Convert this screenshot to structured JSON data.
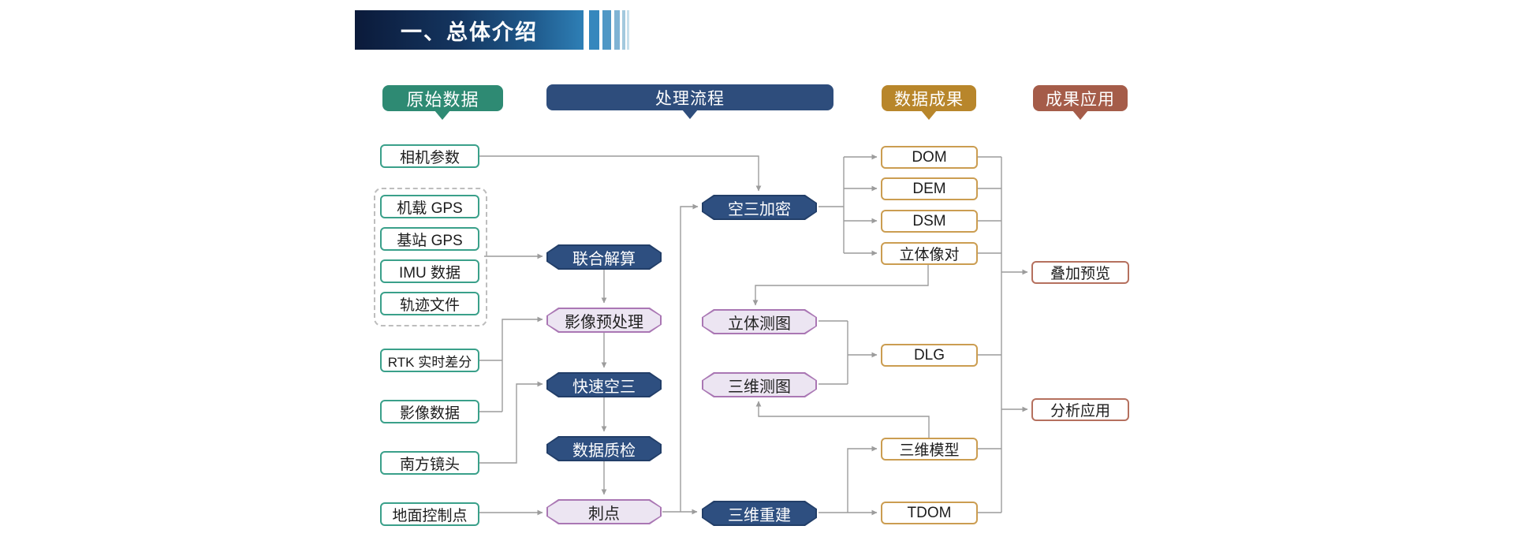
{
  "title_banner": {
    "text": "一、总体介绍"
  },
  "palette": {
    "banner_dark": "#0b1a3a",
    "banner_light": "#2e7fb6",
    "header_green": "#2e8a73",
    "header_navy": "#2e4d7c",
    "header_gold": "#b8862b",
    "header_red_brown": "#a55c49",
    "raw_box_border": "#3aa08a",
    "result_box_border": "#cb9d51",
    "app_box_border": "#b5705e",
    "process_hex_navy": "#2e4f80",
    "process_hex_lavender_fill": "#ece5f2",
    "process_hex_lavender_border": "#aa77b4",
    "connector_gray": "#9c9c9c"
  },
  "columns": [
    {
      "label": "原始数据"
    },
    {
      "label": "处理流程"
    },
    {
      "label": "数据成果"
    },
    {
      "label": "成果应用"
    }
  ],
  "raw_data": {
    "camera_params": "相机参数",
    "gps_group": [
      "机载 GPS",
      "基站 GPS",
      "IMU 数据",
      "轨迹文件"
    ],
    "rtk": "RTK 实时差分",
    "image_data": "影像数据",
    "south_lens": "南方镜头",
    "gcp": "地面控制点"
  },
  "process": {
    "joint_solution": "联合解算",
    "image_preprocess": "影像预处理",
    "fast_at": "快速空三",
    "data_qc": "数据质检",
    "point_marking": "刺点",
    "at_densification": "空三加密",
    "stereo_mapping": "立体测图",
    "mapping_3d": "三维测图",
    "reconstruction_3d": "三维重建"
  },
  "results": {
    "dom": "DOM",
    "dem": "DEM",
    "dsm": "DSM",
    "stereo_pair": "立体像对",
    "dlg": "DLG",
    "model_3d": "三维模型",
    "tdom": "TDOM"
  },
  "applications": {
    "overlay_preview": "叠加预览",
    "analysis": "分析应用"
  },
  "edges": [
    {
      "from": "相机参数",
      "to": "空三加密"
    },
    {
      "from": "机载 GPS / 基站 GPS / IMU 数据 / 轨迹文件",
      "to": "联合解算"
    },
    {
      "from": "联合解算",
      "to": "影像预处理"
    },
    {
      "from": "RTK 实时差分",
      "to": "影像预处理"
    },
    {
      "from": "影像数据",
      "to": "影像预处理"
    },
    {
      "from": "影像预处理",
      "to": "快速空三"
    },
    {
      "from": "南方镜头",
      "to": "快速空三"
    },
    {
      "from": "快速空三",
      "to": "数据质检"
    },
    {
      "from": "数据质检",
      "to": "刺点"
    },
    {
      "from": "地面控制点",
      "to": "刺点"
    },
    {
      "from": "刺点",
      "to": "空三加密"
    },
    {
      "from": "刺点",
      "to": "三维重建"
    },
    {
      "from": "空三加密",
      "to": "DOM / DEM / DSM / 立体像对"
    },
    {
      "from": "立体像对",
      "to": "立体测图"
    },
    {
      "from": "立体测图",
      "to": "DLG"
    },
    {
      "from": "三维测图",
      "to": "DLG"
    },
    {
      "from": "三维模型",
      "to": "三维测图"
    },
    {
      "from": "三维重建",
      "to": "三维模型"
    },
    {
      "from": "三维重建",
      "to": "TDOM"
    },
    {
      "from": "DOM / DEM / DSM / 立体像对",
      "to": "叠加预览"
    },
    {
      "from": "DLG / 三维模型 / TDOM",
      "to": "分析应用"
    }
  ]
}
